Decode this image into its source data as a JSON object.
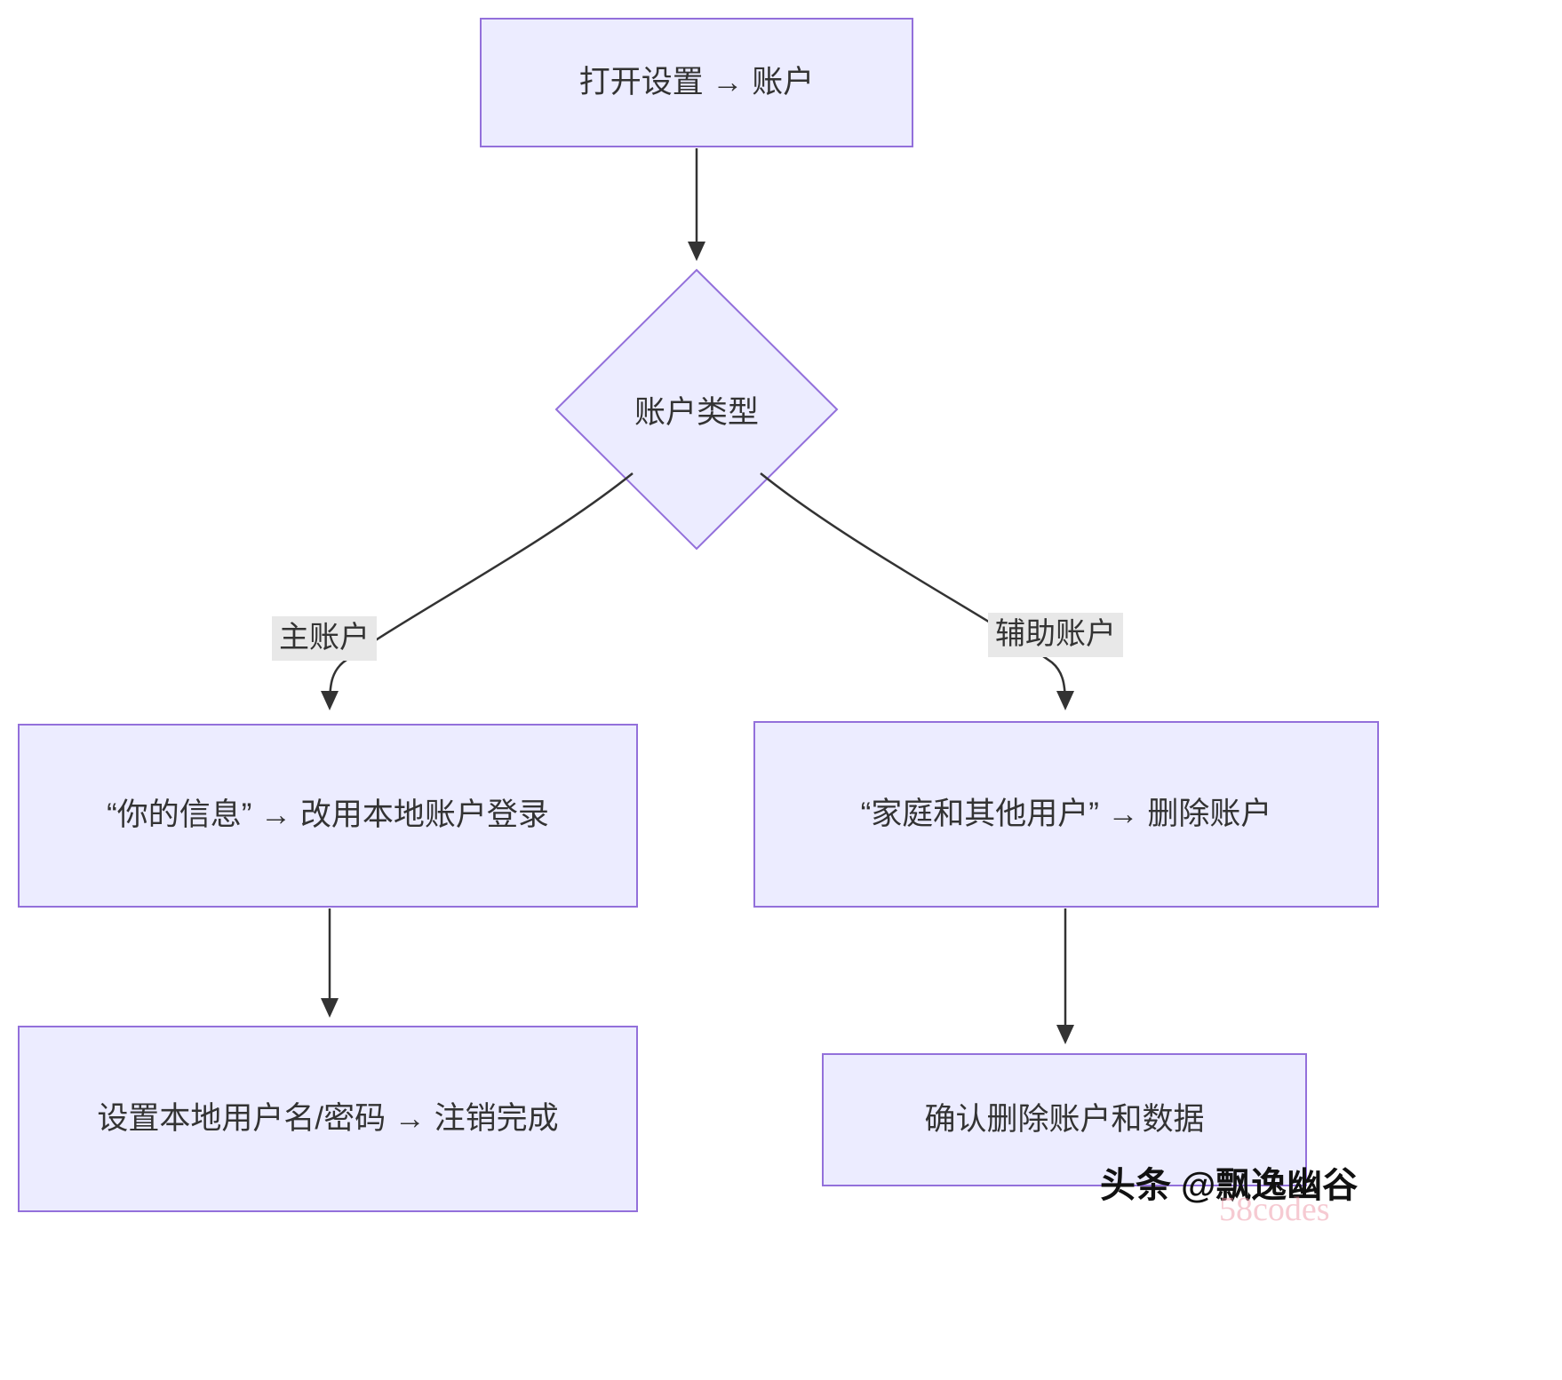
{
  "diagram": {
    "type": "flowchart",
    "nodes": {
      "start": {
        "label": "打开设置 → 账户",
        "shape": "rect"
      },
      "decision": {
        "label": "账户类型",
        "shape": "diamond"
      },
      "primary_step": {
        "label": "“你的信息” → 改用本地账户登录",
        "shape": "rect"
      },
      "secondary_step": {
        "label": "“家庭和其他用户” → 删除账户",
        "shape": "rect"
      },
      "primary_end": {
        "label": "设置本地用户名/密码 → 注销完成",
        "shape": "rect"
      },
      "secondary_end": {
        "label": "确认删除账户和数据",
        "shape": "rect"
      }
    },
    "edges": [
      {
        "from": "start",
        "to": "decision",
        "label": ""
      },
      {
        "from": "decision",
        "to": "primary_step",
        "label": "主账户"
      },
      {
        "from": "decision",
        "to": "secondary_step",
        "label": "辅助账户"
      },
      {
        "from": "primary_step",
        "to": "primary_end",
        "label": ""
      },
      {
        "from": "secondary_step",
        "to": "secondary_end",
        "label": ""
      }
    ],
    "edge_labels": {
      "primary": "主账户",
      "secondary": "辅助账户"
    }
  },
  "watermark": {
    "byline": "头条 @飘逸幽谷",
    "faint": "58codes"
  },
  "colors": {
    "node_fill": "#ECECFF",
    "node_border": "#9370DB",
    "arrow": "#333333",
    "label_bg": "#e8e8e8"
  }
}
